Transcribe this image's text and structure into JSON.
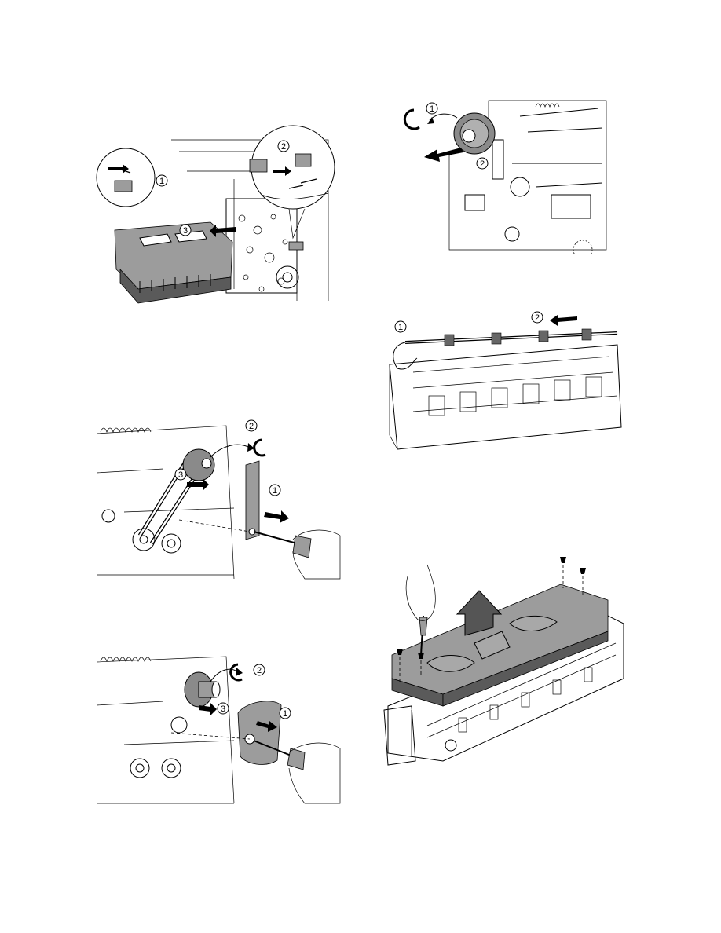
{
  "figures": [
    {
      "id": "fig1",
      "steps": [
        "1",
        "2",
        "3"
      ]
    },
    {
      "id": "fig2",
      "steps": [
        "1",
        "2"
      ]
    },
    {
      "id": "fig3",
      "steps": [
        "1",
        "2",
        "3"
      ]
    },
    {
      "id": "fig4",
      "steps": [
        "1",
        "2"
      ]
    },
    {
      "id": "fig5",
      "steps": [
        "1",
        "2",
        "3"
      ]
    },
    {
      "id": "fig6",
      "steps": []
    }
  ]
}
